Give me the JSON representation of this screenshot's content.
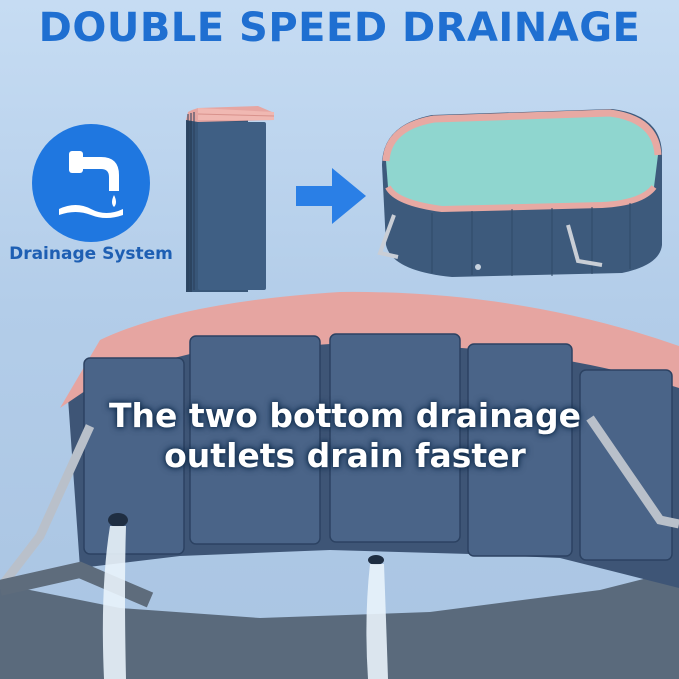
{
  "header": {
    "title": "DOUBLE SPEED DRAINAGE"
  },
  "badge": {
    "label": "Drainage System",
    "icon": "faucet-icon",
    "color": "#1f77e0"
  },
  "caption": {
    "line1": "The two bottom drainage",
    "line2": "outlets drain faster"
  },
  "colors": {
    "title": "#1f6fd1",
    "pool_wall": "#3f5a7a",
    "pool_rim": "#e8a9a4",
    "pool_inner": "#8fd6cf"
  }
}
